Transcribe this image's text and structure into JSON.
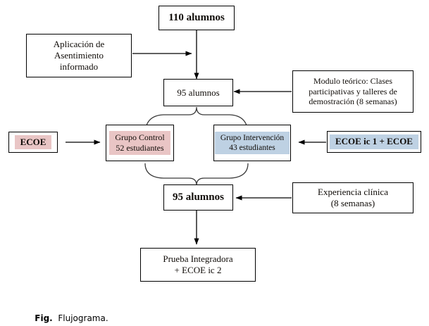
{
  "figure": {
    "caption_label": "Fig.",
    "caption_text": "Flujograma."
  },
  "colors": {
    "control_fill": "#e9c5c5",
    "intervention_fill": "#bed1e3",
    "stroke": "#000000",
    "background": "#ffffff"
  },
  "nodes": {
    "enrolled": {
      "label": "110 alumnos",
      "name": "enrolled-total-box"
    },
    "assent": {
      "label": "Aplicación de\nAsentimiento\ninformado",
      "name": "assent-application-box"
    },
    "after_assent": {
      "label": "95 alumnos",
      "name": "post-assent-count-box"
    },
    "theory_module": {
      "label": "Modulo teórico: Clases\nparticipativas y talleres de\ndemostración (8 semanas)",
      "name": "theory-module-box"
    },
    "ecoe_left": {
      "label": "ECOE",
      "name": "ecoe-pretest-box"
    },
    "control_group": {
      "label": "Grupo Control\n52 estudiantes",
      "group": "Grupo Control",
      "count": "52 estudiantes",
      "name": "control-group-box"
    },
    "intervention_group": {
      "label": "Grupo Intervención\n43 estudiantes",
      "group": "Grupo Intervención",
      "count": "43 estudiantes",
      "name": "intervention-group-box"
    },
    "ecoe_right": {
      "label": "ECOE ic 1 + ECOE",
      "name": "ecoe-ic1-box"
    },
    "after_groups": {
      "label": "95 alumnos",
      "name": "post-intervention-count-box"
    },
    "clinical_experience": {
      "label": "Experiencia clínica\n(8 semanas)",
      "name": "clinical-experience-box"
    },
    "final_test": {
      "label": "Prueba Integradora\n+ ECOE ic 2",
      "name": "final-assessment-box"
    }
  },
  "chart_data": {
    "type": "flowchart",
    "title": "Flujograma",
    "steps": [
      {
        "id": "enrolled",
        "label": "110 alumnos",
        "value": 110
      },
      {
        "id": "after_assent",
        "label": "95 alumnos",
        "value": 95
      },
      {
        "id": "control_group",
        "label": "Grupo Control",
        "value": 52
      },
      {
        "id": "intervention_group",
        "label": "Grupo Intervención",
        "value": 43
      },
      {
        "id": "after_groups",
        "label": "95 alumnos",
        "value": 95
      },
      {
        "id": "final_test",
        "label": "Prueba Integradora + ECOE ic 2"
      }
    ],
    "edges": [
      {
        "from": "assent",
        "to": "enrolled-to-after_assent",
        "type": "input-arrow"
      },
      {
        "from": "enrolled",
        "to": "after_assent",
        "type": "arrow"
      },
      {
        "from": "theory_module",
        "to": "after_assent",
        "type": "arrow"
      },
      {
        "from": "after_assent",
        "to": "control_group",
        "type": "brace-split"
      },
      {
        "from": "after_assent",
        "to": "intervention_group",
        "type": "brace-split"
      },
      {
        "from": "ecoe_left",
        "to": "control_group",
        "type": "arrow"
      },
      {
        "from": "ecoe_right",
        "to": "intervention_group",
        "type": "arrow"
      },
      {
        "from": "control_group",
        "to": "after_groups",
        "type": "brace-merge"
      },
      {
        "from": "intervention_group",
        "to": "after_groups",
        "type": "brace-merge"
      },
      {
        "from": "clinical_experience",
        "to": "after_groups",
        "type": "arrow"
      },
      {
        "from": "after_groups",
        "to": "final_test",
        "type": "arrow"
      }
    ]
  }
}
